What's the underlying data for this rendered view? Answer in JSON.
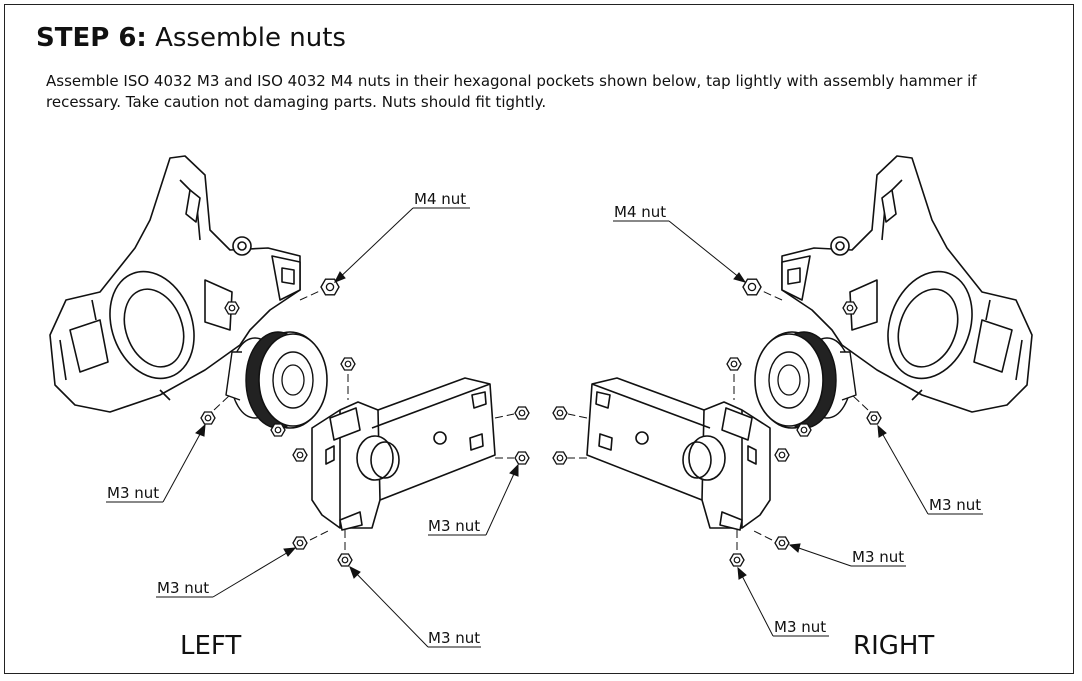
{
  "header": {
    "step": "STEP 6:",
    "title": "Assemble nuts"
  },
  "instructions": "Assemble ISO 4032 M3 and ISO 4032 M4 nuts in their hexagonal pockets shown below, tap lightly with assembly hammer if recessary. Take caution not damaging parts. Nuts should fit tightly.",
  "labels": {
    "m4_nut": "M4 nut",
    "m3_nut": "M3 nut",
    "left": "LEFT",
    "right": "RIGHT"
  }
}
